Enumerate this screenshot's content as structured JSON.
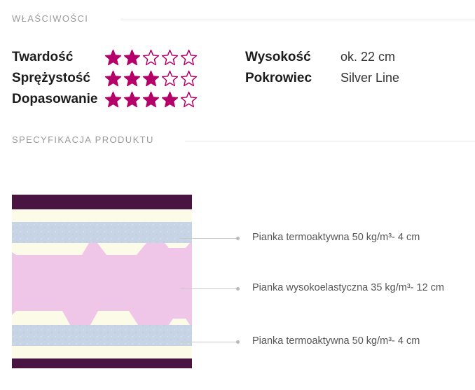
{
  "properties": {
    "title": "WŁAŚCIWOŚCI",
    "ratings": [
      {
        "label": "Twardość",
        "stars": 2,
        "max": 5
      },
      {
        "label": "Sprężystość",
        "stars": 3,
        "max": 5
      },
      {
        "label": "Dopasowanie",
        "stars": 4,
        "max": 5
      }
    ],
    "specs": [
      {
        "label": "Wysokość",
        "value": "ok. 22 cm"
      },
      {
        "label": "Pokrowiec",
        "value": "Silver Line"
      }
    ]
  },
  "specification": {
    "title": "SPECYFIKACJA PRODUKTU",
    "layers": [
      {
        "label": "Pianka termoaktywna  50 kg/m³- 4 cm"
      },
      {
        "label": "Pianka wysokoelastyczna  35 kg/m³- 12 cm"
      },
      {
        "label": "Pianka termoaktywna  50 kg/m³- 4 cm"
      }
    ]
  },
  "colors": {
    "star": "#b5006a",
    "cover": "#4a1442",
    "memory_foam": "#c6d4e6",
    "ht_foam": "#f0c6e8",
    "insert": "#fbfbe8"
  }
}
